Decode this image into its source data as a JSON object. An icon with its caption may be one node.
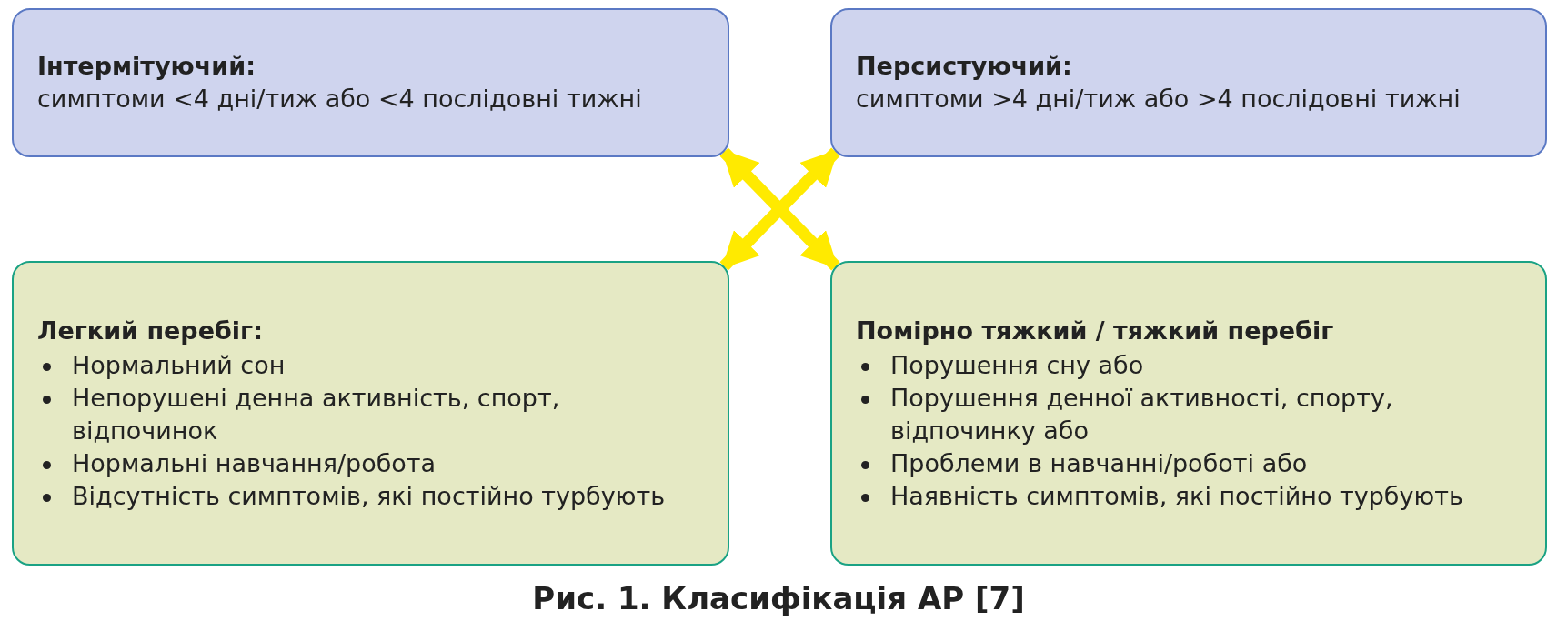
{
  "diagram": {
    "caption": "Рис. 1. Класифікація АР [7]",
    "nodes": [
      {
        "text": [
          "Інтермітуючий:",
          "симптоми <4 дні/тиж або <4 послідовні тижні"
        ]
      },
      {
        "text": [
          "Персистуючий:",
          "симптоми >4 дні/тиж або >4 послідовні тижні"
        ]
      },
      {
        "text": [
          "Легкий перебіг:",
          "Нормальний сон",
          "Непорушені денна активність, спорт, відпочинок",
          "Нормальні навчання/робота",
          "Відсутність симптомів, які постійно турбують"
        ]
      },
      {
        "text": [
          "Помірно тяжкий / тяжкий перебіг",
          "Порушення сну або",
          "Порушення денної активності, спорту, відпочинку або",
          "Проблеми в навчанні/роботі або",
          "Наявність симптомів, які постійно турбують"
        ]
      }
    ],
    "edges": [
      {
        "from": 0,
        "to": 3,
        "arrow": "both",
        "color": "#ffea00"
      },
      {
        "from": 1,
        "to": 2,
        "arrow": "both",
        "color": "#ffea00"
      }
    ]
  }
}
